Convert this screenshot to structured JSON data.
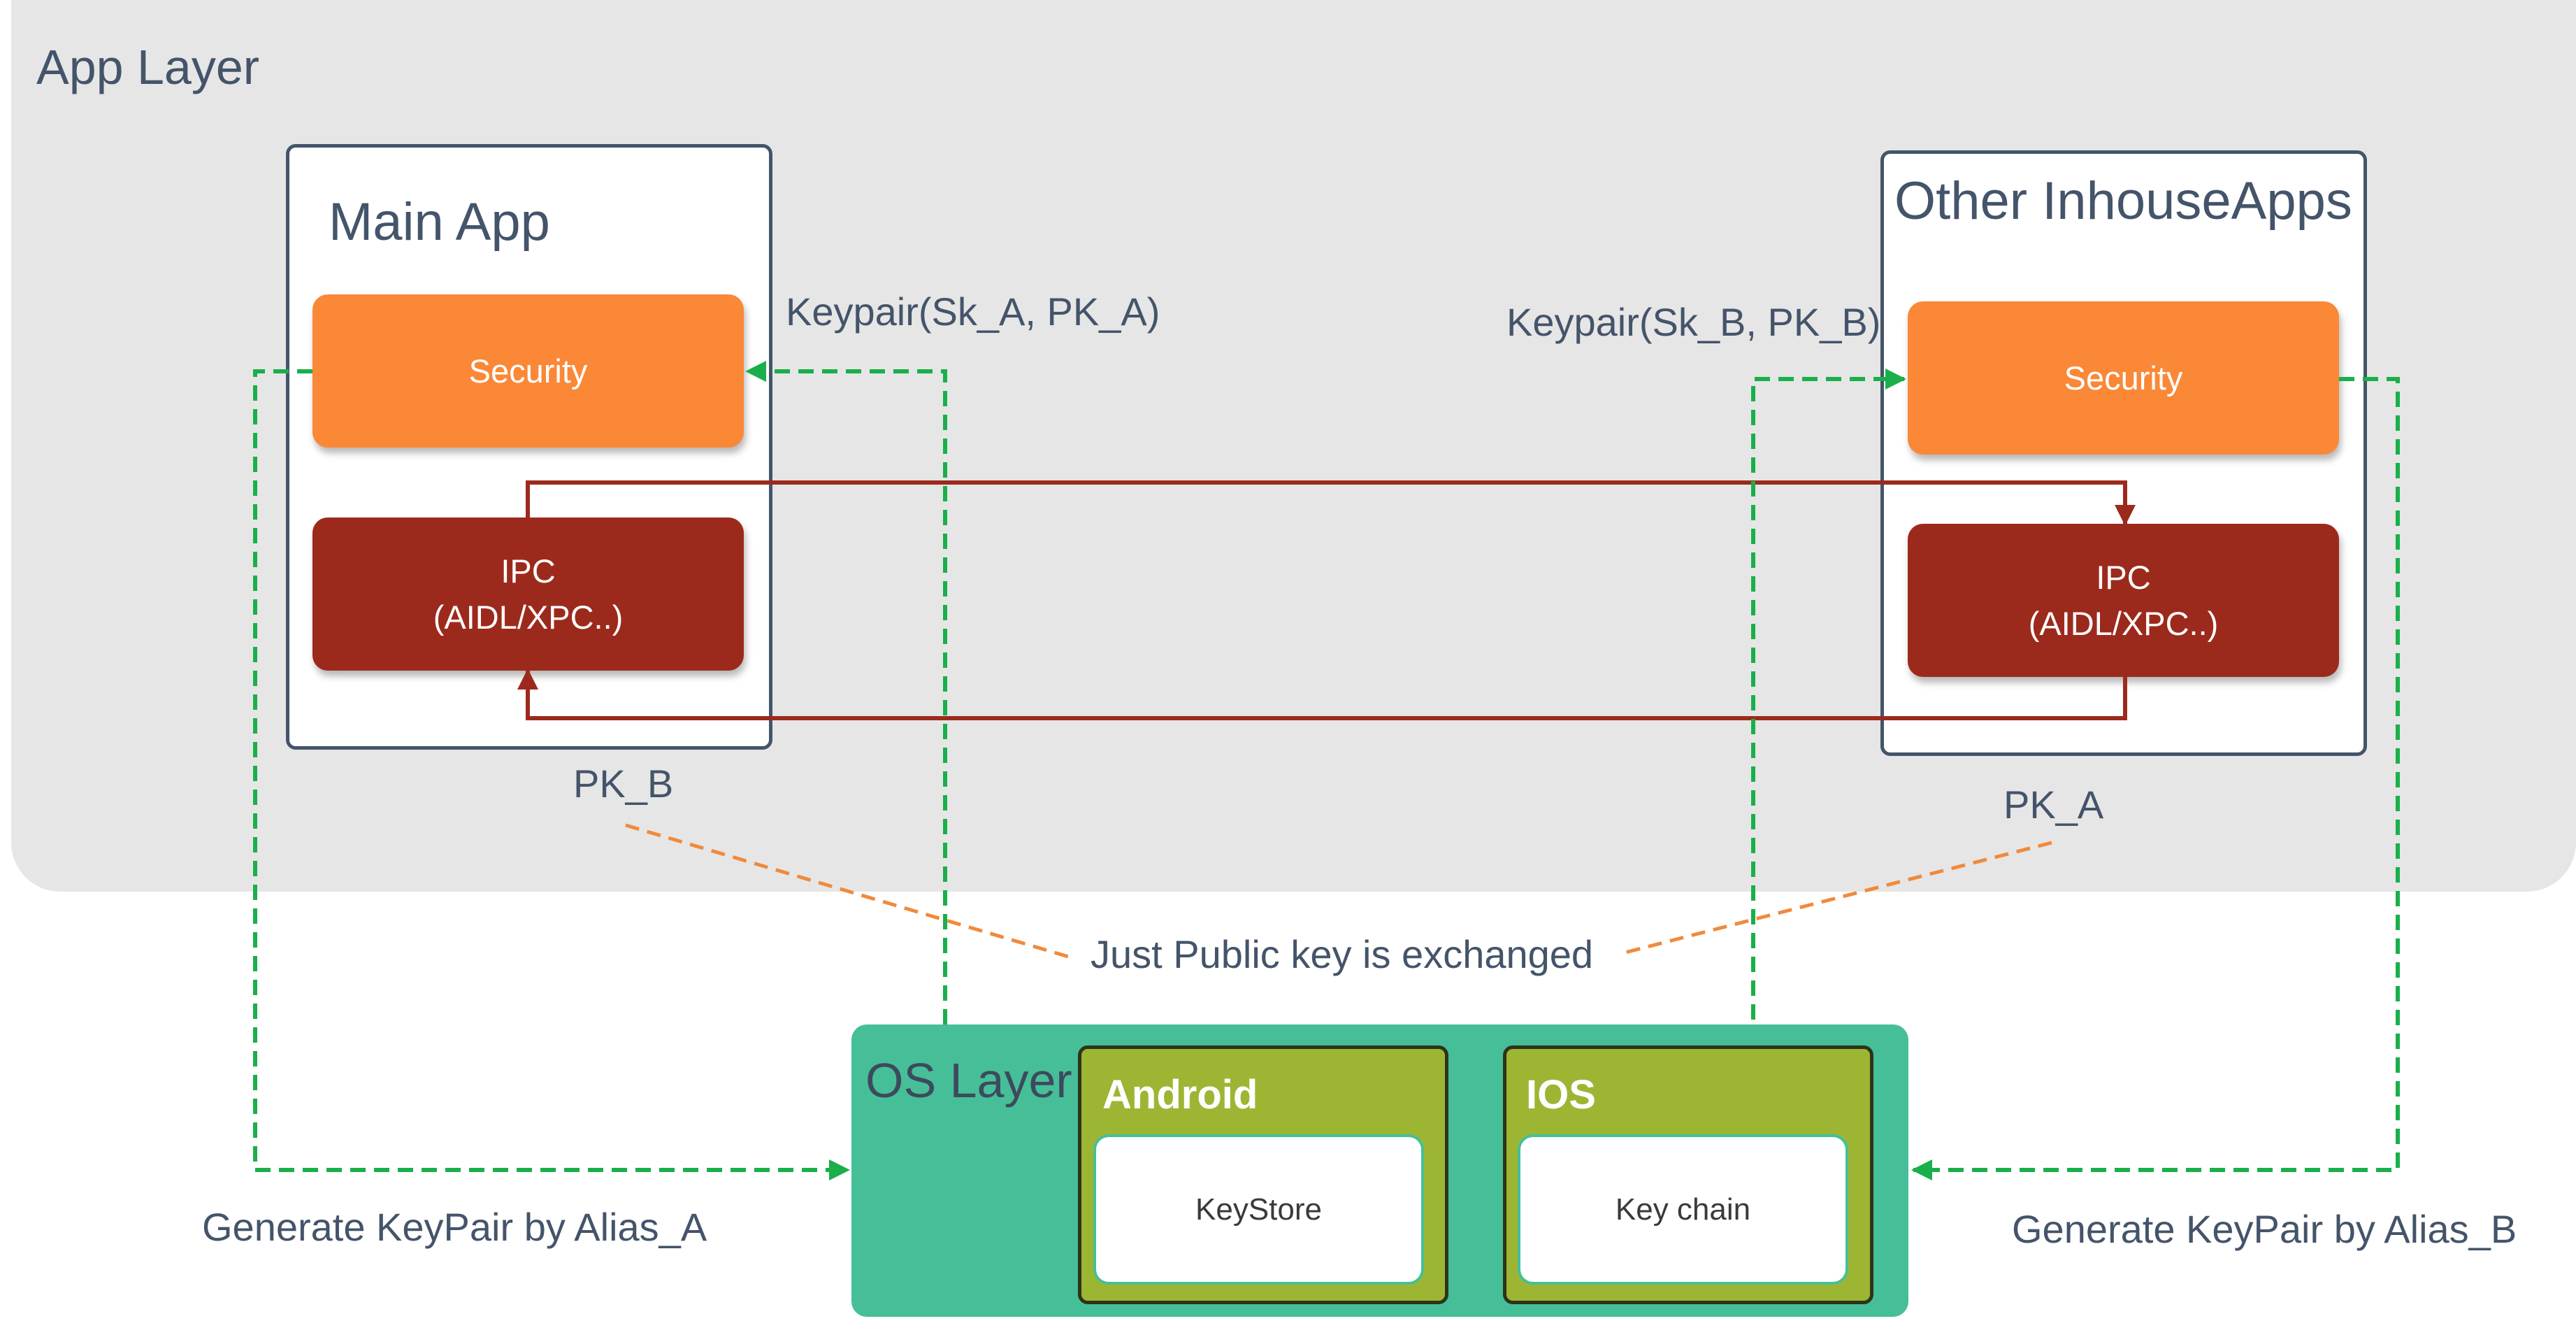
{
  "app_layer": {
    "label": "App Layer"
  },
  "main_app": {
    "title": "Main App",
    "security_label": "Security",
    "ipc_line1": "IPC",
    "ipc_line2": "(AIDL/XPC..)",
    "keypair_label": "Keypair(Sk_A, PK_A)",
    "received_key": "PK_B"
  },
  "other_apps": {
    "title": "Other InhouseApps",
    "security_label": "Security",
    "ipc_line1": "IPC",
    "ipc_line2": "(AIDL/XPC..)",
    "keypair_label": "Keypair(Sk_B, PK_B)",
    "received_key": "PK_A"
  },
  "exchange_note": "Just Public key is exchanged",
  "os_layer": {
    "label": "OS Layer",
    "android": {
      "title": "Android",
      "store": "KeyStore"
    },
    "ios": {
      "title": "IOS",
      "store": "Key chain"
    }
  },
  "generate_a": "Generate KeyPair by Alias_A",
  "generate_b": "Generate KeyPair by Alias_B",
  "colors": {
    "security": "#fa8837",
    "ipc": "#9c2a1c",
    "os_layer": "#46bf98",
    "platform": "#9cb633",
    "green_arrow": "#1aaf4b",
    "orange_dash": "#f08a3c",
    "text": "#44546a"
  }
}
